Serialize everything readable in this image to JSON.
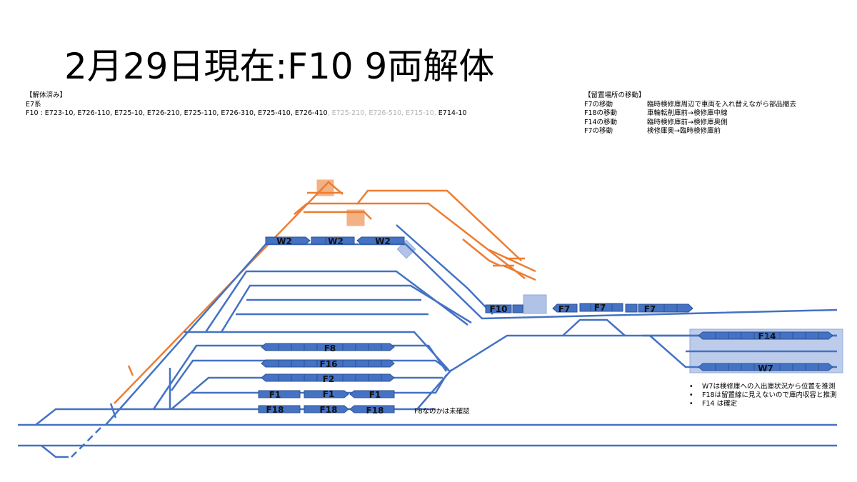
{
  "title": "2月29日現在:F10 9両解体",
  "scrapped": {
    "heading": "【解体済み】",
    "series": "E7系",
    "prefix": "F10 : ",
    "cars_done": "E723-10, E726-110, E725-10, E726-210, E725-110, E726-310, E725-410, E726-410",
    "cars_pending": ", E725-210, E726-510, E715-10,",
    "cars_last": " E714-10"
  },
  "moves": {
    "heading": "【留置場所の移動】",
    "items": [
      {
        "train": "F7の移動",
        "desc": "臨時検修庫周辺で車両を入れ替えながら部品撤去"
      },
      {
        "train": "F18の移動",
        "desc": "車輪転削庫前→検修庫中線"
      },
      {
        "train": "F14の移動",
        "desc": "臨時検修庫前→検修庫奥側"
      },
      {
        "train": "F7の移動",
        "desc": "検修庫奥→臨時検修庫前"
      }
    ]
  },
  "notes": [
    "W7は検修庫への入出庫状況から位置を推測",
    "F18は留置線に見えないので庫内収容と推測",
    "F14 は確定"
  ],
  "f8_note": "F8なのかは未確認",
  "trains": {
    "w2": [
      "W2",
      "W2",
      "W2"
    ],
    "f10": "F10",
    "f7": [
      "F7",
      "F7",
      "F7"
    ],
    "f8": "F8",
    "f16": "F16",
    "f2": "F2",
    "f1": [
      "F1",
      "F1",
      "F1"
    ],
    "f18": [
      "F18",
      "F18",
      "F18"
    ],
    "f14": "F14",
    "w7": "W7"
  },
  "colors": {
    "track": "#4472C4",
    "track_orange": "#ED7D31",
    "car_fill": "#4472C4",
    "car_stroke": "#2F528F",
    "highlight_blue": "#8FAADC",
    "highlight_orange": "#F4B183"
  }
}
